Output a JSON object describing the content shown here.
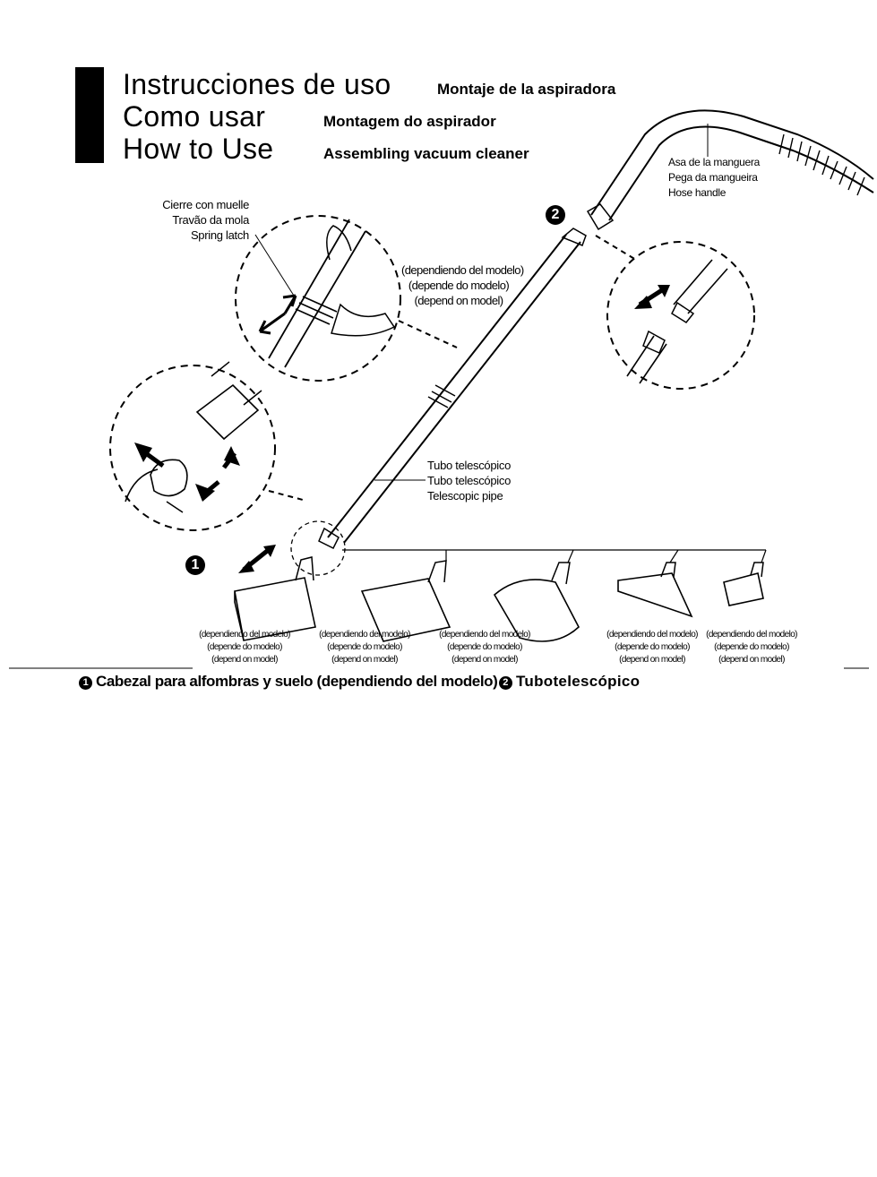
{
  "header": {
    "title_es": "Instrucciones de uso",
    "title_pt": "Como usar",
    "title_en": "How to Use",
    "subtitle_es": "Montaje de la aspiradora",
    "subtitle_pt": "Montagem do aspirador",
    "subtitle_en": "Assembling vacuum cleaner"
  },
  "callouts": {
    "spring_latch": [
      "Cierre con muelle",
      "Travão da mola",
      "Spring latch"
    ],
    "hose_handle": [
      "Asa de la manguera",
      "Pega da mangueira",
      "Hose handle"
    ],
    "telescopic_pipe": [
      "Tubo telescópico",
      "Tubo telescópico",
      "Telescopic pipe"
    ],
    "depend_top": [
      "(dependiendo del modelo)",
      "(depende do modelo)",
      "(depend on model)"
    ]
  },
  "step_numbers": {
    "one": "1",
    "two": "2"
  },
  "nozzles": [
    {
      "lines": [
        "(dependiendo del modelo)",
        "(depende do modelo)",
        "(depend on model)"
      ]
    },
    {
      "lines": [
        "(dependiendo del modelo)",
        "(depende do modelo)",
        "(depend on model)"
      ]
    },
    {
      "lines": [
        "(dependiendo del modelo)",
        "(depende do modelo)",
        "(depend on model)"
      ]
    },
    {
      "lines": [
        "(dependiendo del modelo)",
        "(depende do modelo)",
        "(depend on model)"
      ]
    },
    {
      "lines": [
        "(dependiendo del modelo)",
        "(depende do modelo)",
        "(depend on model)"
      ]
    }
  ],
  "captions": {
    "one": "Cabezal para alfombras y suelo (dependiendo del modelo)",
    "two": "Tubotelescópico"
  }
}
